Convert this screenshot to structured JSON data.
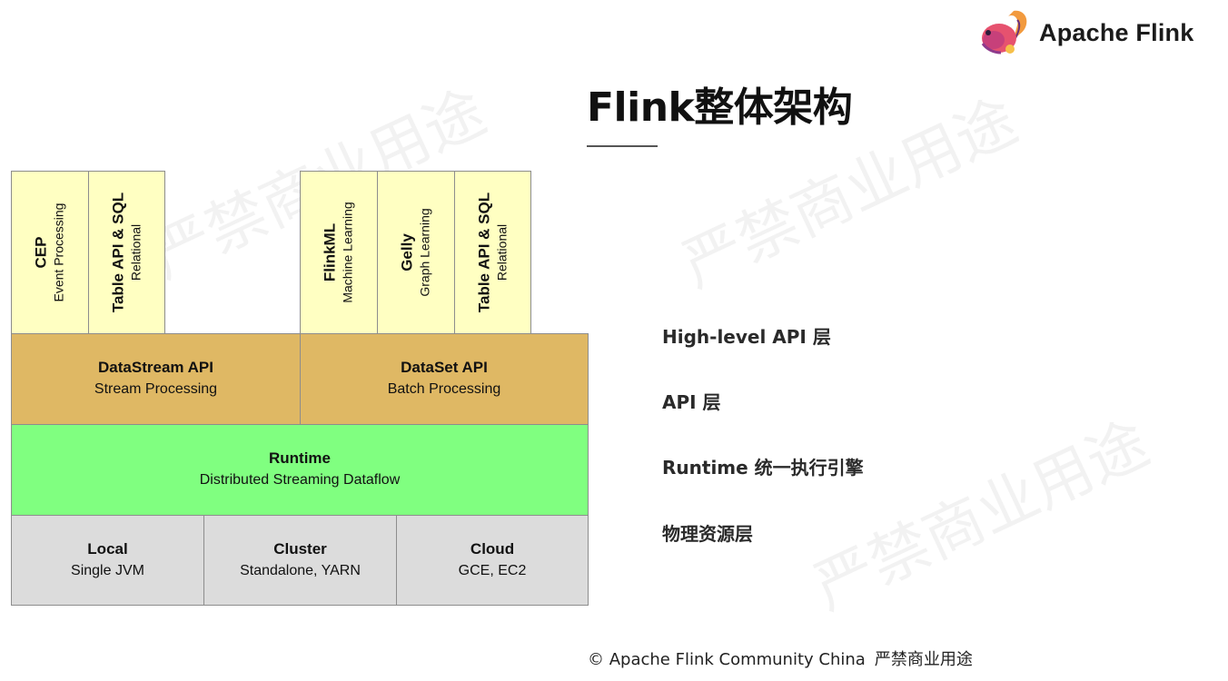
{
  "watermark": "严禁商业用途",
  "logo": {
    "text": "Apache Flink",
    "icon": "flink-squirrel-icon"
  },
  "title": "Flink整体架构",
  "diagram": {
    "libraries": [
      {
        "name": "CEP",
        "sub": "Event Processing"
      },
      {
        "name": "Table API & SQL",
        "sub": "Relational"
      },
      {
        "name": "FlinkML",
        "sub": "Machine Learning"
      },
      {
        "name": "Gelly",
        "sub": "Graph Learning"
      },
      {
        "name": "Table API & SQL",
        "sub": "Relational"
      }
    ],
    "apis": [
      {
        "name": "DataStream API",
        "sub": "Stream Processing"
      },
      {
        "name": "DataSet API",
        "sub": "Batch Processing"
      }
    ],
    "runtime": {
      "name": "Runtime",
      "sub": "Distributed Streaming Dataflow"
    },
    "deploy": [
      {
        "name": "Local",
        "sub": "Single JVM"
      },
      {
        "name": "Cluster",
        "sub": "Standalone, YARN"
      },
      {
        "name": "Cloud",
        "sub": "GCE, EC2"
      }
    ],
    "colors": {
      "library": "#ffffc2",
      "api": "#dfb864",
      "runtime": "#80ff80",
      "deploy": "#dcdcdc"
    }
  },
  "layers": [
    "High-level API 层",
    "API 层",
    "Runtime 统一执行引擎",
    "物理资源层"
  ],
  "footer": {
    "copyright": "© Apache Flink Community China",
    "notice": "严禁商业用途"
  }
}
